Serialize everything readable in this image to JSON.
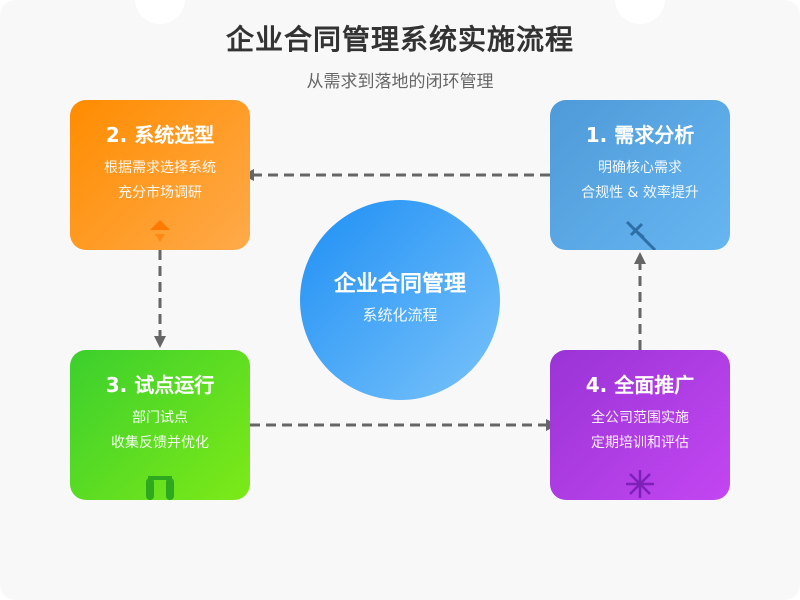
{
  "header": {
    "title": "企业合同管理系统实施流程",
    "subtitle": "从需求到落地的闭环管理"
  },
  "center": {
    "title": "企业合同管理",
    "subtitle": "系统化流程"
  },
  "steps": [
    {
      "title": "1. 需求分析",
      "lines": [
        "明确核心需求",
        "合规性 & 效率提升"
      ],
      "color": "#5aa8e6",
      "icon": "wrench-icon"
    },
    {
      "title": "2. 系统选型",
      "lines": [
        "根据需求选择系统",
        "充分市场调研"
      ],
      "color": "#ff9a1f",
      "icon": "scale-icon"
    },
    {
      "title": "3. 试点运行",
      "lines": [
        "部门试点",
        "收集反馈并优化"
      ],
      "color": "#55d622",
      "icon": "flask-icon"
    },
    {
      "title": "4. 全面推广",
      "lines": [
        "全公司范围实施",
        "定期培训和评估"
      ],
      "color": "#ad3de4",
      "icon": "sparkle-icon"
    }
  ],
  "colors": {
    "background": "#f8f8f8",
    "title": "#333333",
    "subtitle": "#666666",
    "arrow": "#666666",
    "center_start": "#1e8ff5",
    "center_end": "#7ac3fa"
  }
}
